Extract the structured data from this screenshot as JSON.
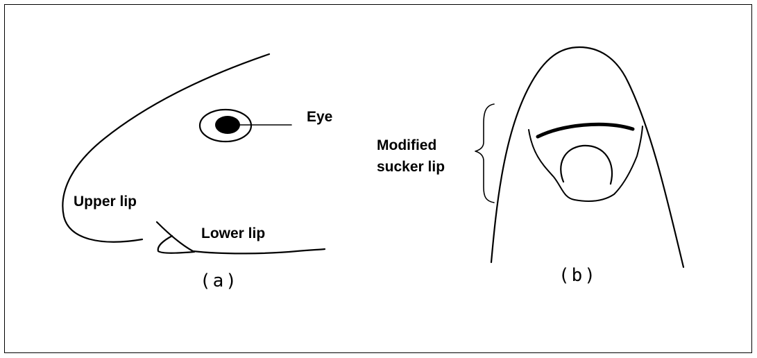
{
  "figure": {
    "panel_a": {
      "caption": "(a)",
      "labels": {
        "eye": "Eye",
        "upper_lip": "Upper lip",
        "lower_lip": "Lower lip"
      }
    },
    "panel_b": {
      "caption": "(b)",
      "labels": {
        "modified_line1": "Modified",
        "modified_line2": "sucker lip"
      }
    },
    "colors": {
      "ink": "#000000",
      "background": "#ffffff"
    }
  }
}
